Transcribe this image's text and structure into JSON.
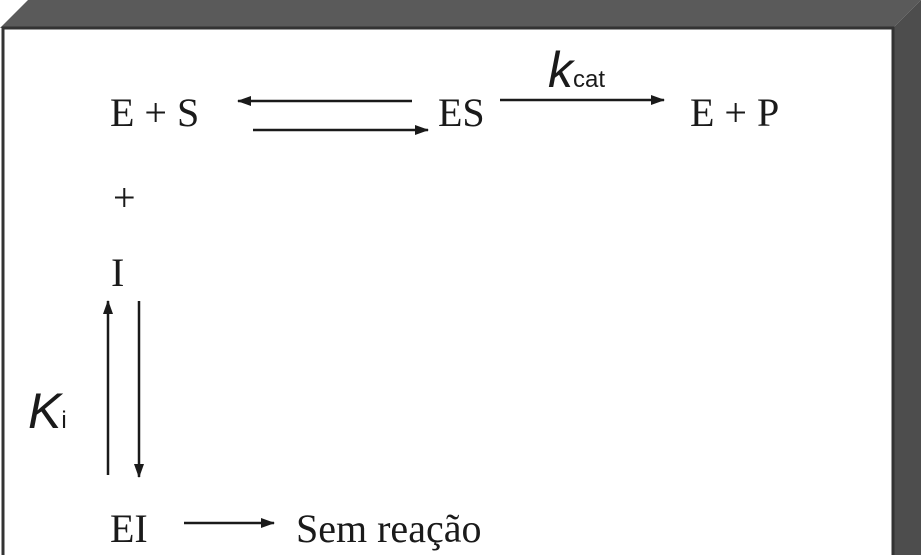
{
  "diagram": {
    "species": {
      "e_plus_s": "E  +  S",
      "es": "ES",
      "e_plus_p": "E + P",
      "plus": "+",
      "inhibitor": "I",
      "ei": "EI",
      "no_reaction": "Sem reação"
    },
    "constants": {
      "kcat_letter": "k",
      "kcat_sub": "cat",
      "ki_letter": "K",
      "ki_sub": "i"
    }
  }
}
